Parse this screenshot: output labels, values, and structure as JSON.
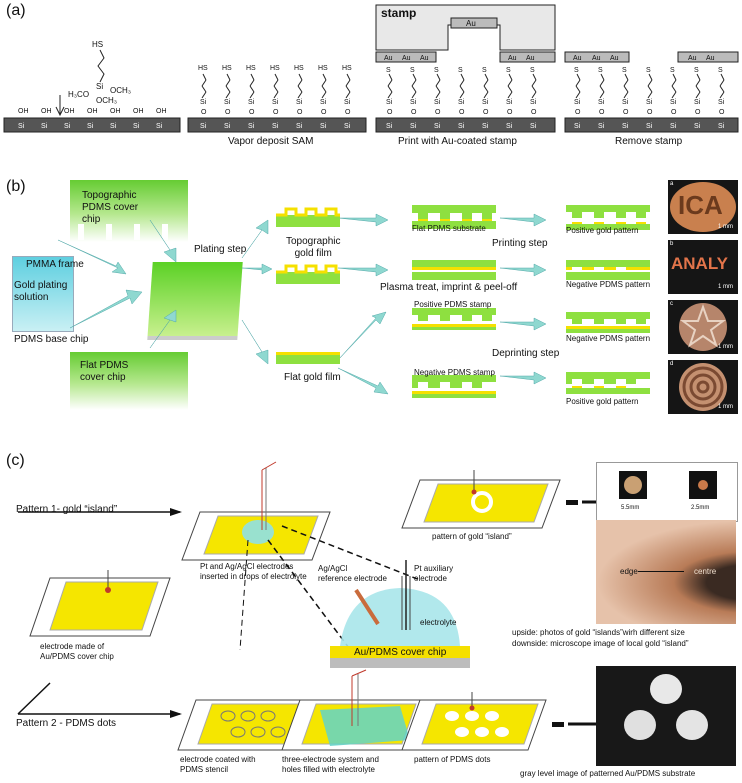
{
  "panel_a": {
    "letter": "(a)",
    "molecule": {
      "hs": "HS",
      "si": "Si",
      "h3co": "H₃CO",
      "och3_top": "OCH₃",
      "och3_bot": "OCH₃"
    },
    "oh": "OH",
    "si": "Si",
    "o": "O",
    "hs": "HS",
    "s": "S",
    "au": "Au",
    "stamp": "stamp",
    "captions": [
      "Vapor deposit SAM",
      "Print with Au-coated stamp",
      "Remove stamp"
    ]
  },
  "panel_b": {
    "letter": "(b)",
    "labels": {
      "topo_cover": "Topographic\nPDMS cover\nchip",
      "pmma_frame": "PMMA frame",
      "gold_solution": "Gold plating\nsolution",
      "base_chip": "PDMS base chip",
      "flat_cover": "Flat PDMS\ncover chip",
      "plating_step": "Plating step",
      "topo_gold": "Topographic\ngold film",
      "flat_gold": "Flat gold film",
      "flat_substrate": "Flat PDMS substrate",
      "printing_step": "Printing step",
      "pos_gold_1": "Positive gold pattern",
      "neg_pdms_1": "Negative PDMS pattern",
      "plasma": "Plasma treat, imprint & peel-off",
      "pos_stamp": "Positive PDMS stamp",
      "neg_pdms_2": "Negative PDMS pattern",
      "deprinting_step": "Deprinting step",
      "neg_stamp": "Negative PDMS stamp",
      "pos_gold_2": "Positive gold pattern"
    },
    "photos": [
      {
        "letter": "a",
        "text": "ICA",
        "scale": "1 mm"
      },
      {
        "letter": "b",
        "text": "ANALY",
        "scale": "1 mm"
      },
      {
        "letter": "c",
        "text": "",
        "scale": "1 mm"
      },
      {
        "letter": "d",
        "text": "",
        "scale": "1 mm"
      }
    ]
  },
  "panel_c": {
    "letter": "(c)",
    "pattern1": "Pattern 1- gold “island”",
    "pattern2": "Pattern 2 - PDMS dots",
    "pt_agcl": "Pt and Ag/AgCl electrodes\ninserted in drops of electrolyte",
    "pattern_gold_island": "pattern of gold “island”",
    "electrode_made": "electrode made of\nAu/PDMS cover chip",
    "ref_electrode": "Ag/AgCl\nreference electrode",
    "aux_electrode": "Pt auxiliary\nelectrode",
    "electrolyte": "electrolyte",
    "cover_chip": "Au/PDMS cover chip",
    "size1": "5.5mm",
    "size2": "2.5mm",
    "edge": "edge",
    "centre": "centre",
    "upside": "upside: photos of gold “islands”wirh different size",
    "downside": "downside: microscope image of local gold “island”",
    "stencil": "electrode coated with\nPDMS stencil",
    "three_electrode": "three-electrode system and\nholes filled with electrolyte",
    "pdms_dots": "pattern of PDMS dots",
    "gray_level": "gray level image of patterned Au/PDMS substrate"
  },
  "colors": {
    "gold": "#f7e400",
    "green": "#7ed321",
    "cyan": "#6fd8e0",
    "substrate": "#4a4a4a",
    "electrode": "#c0392b"
  }
}
